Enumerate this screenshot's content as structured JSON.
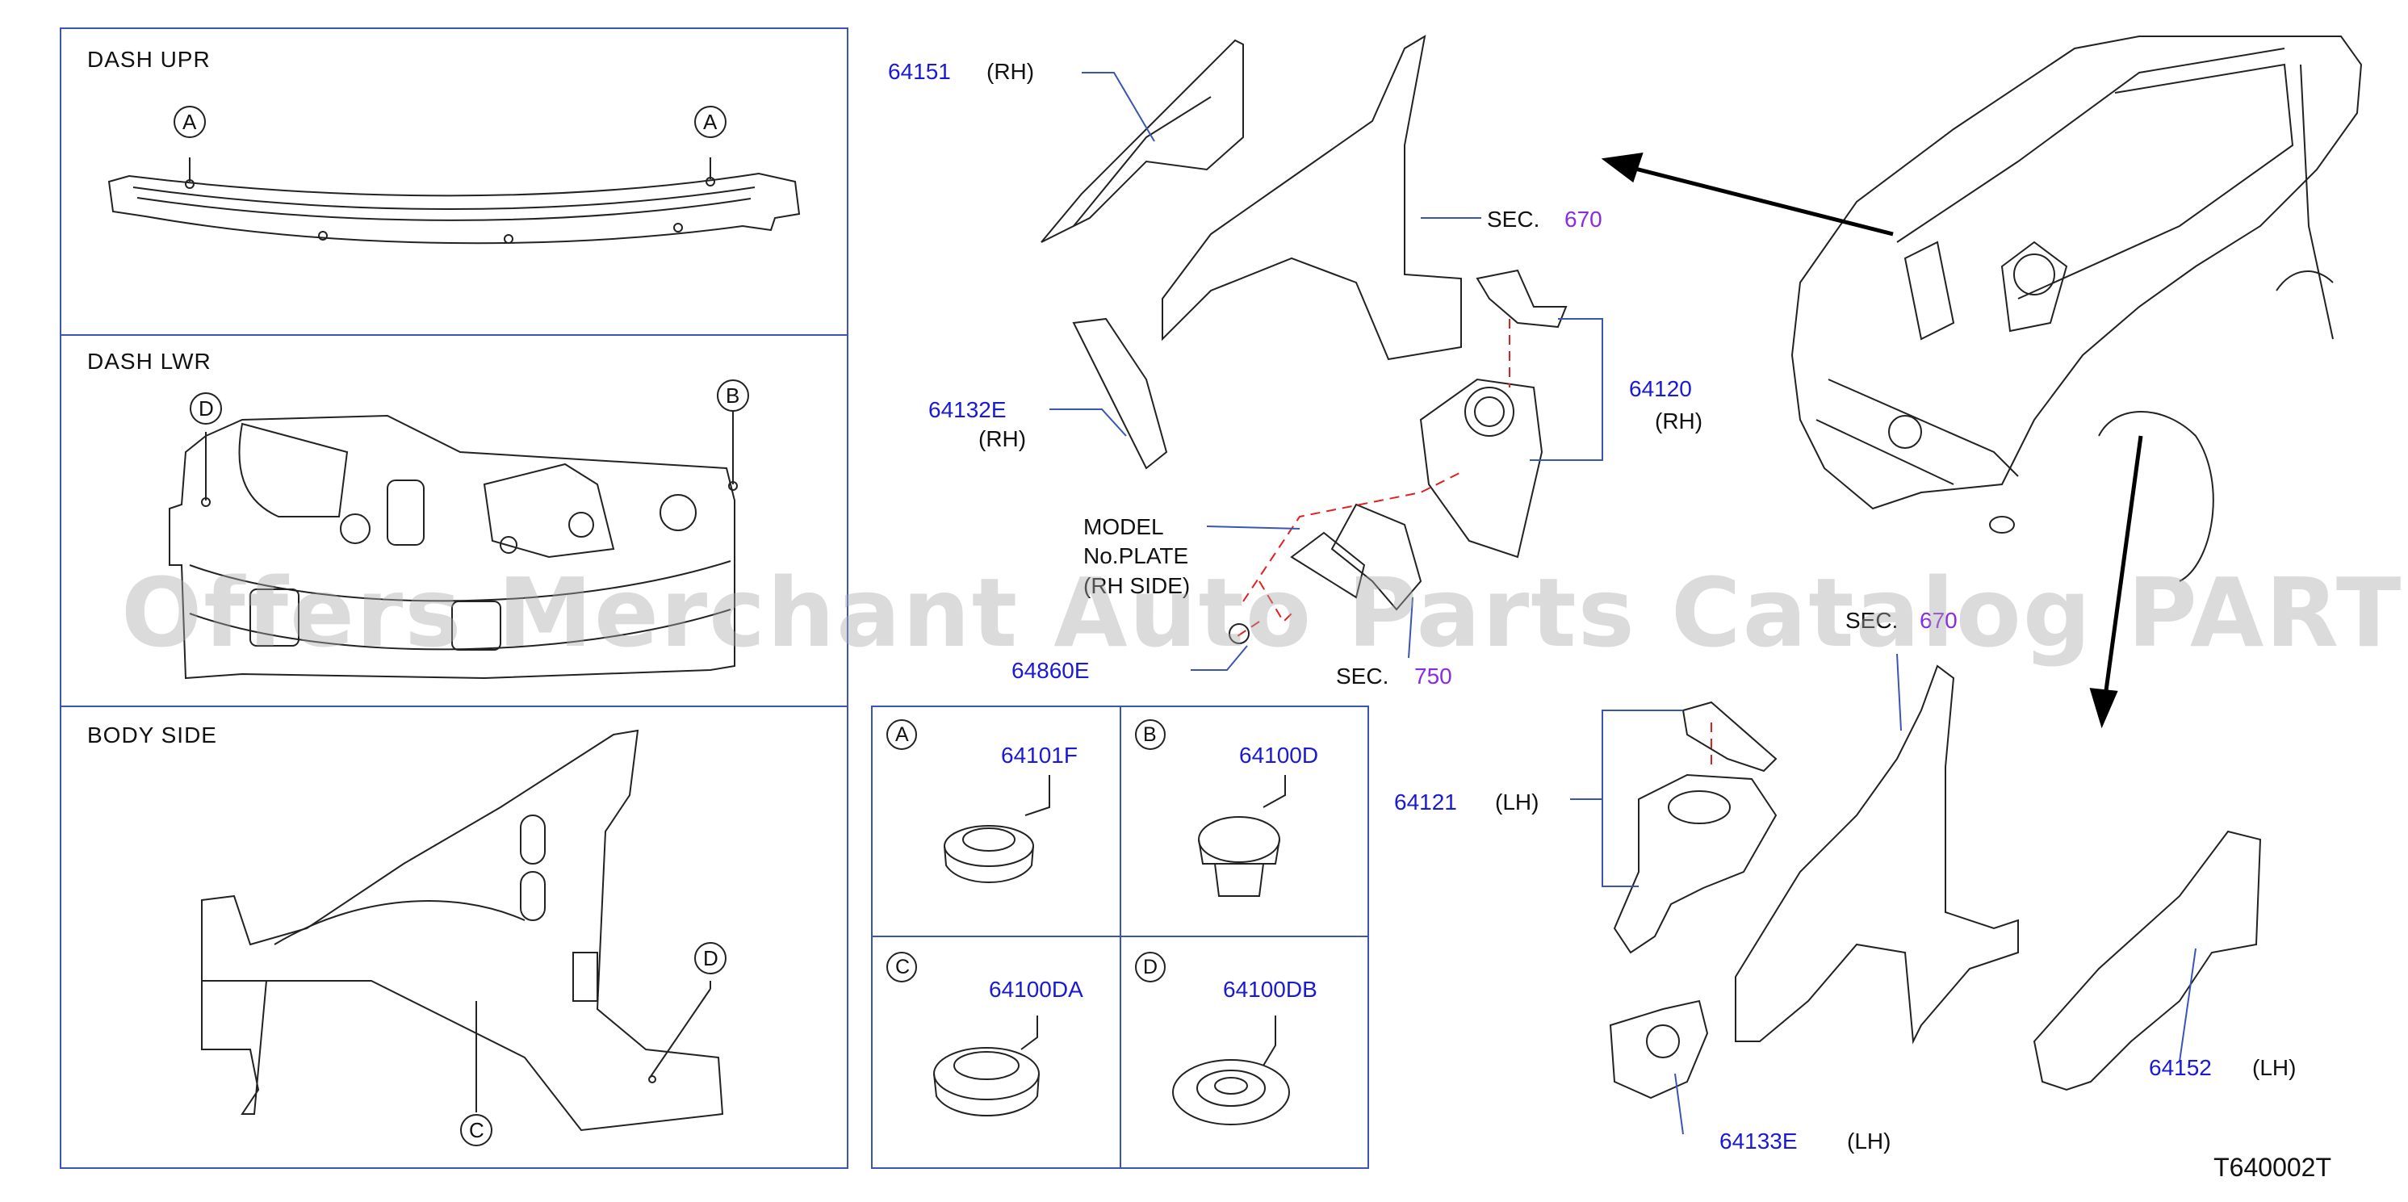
{
  "colors": {
    "frame": "#3a55b4",
    "part_number": "#1a1ad6",
    "section_ref": "#8a2be2",
    "leader_red": "#e02020",
    "line": "#222222"
  },
  "panels": {
    "dash_upr": "DASH    UPR",
    "dash_lwr": "DASH    LWR",
    "body_side": "BODY    SIDE"
  },
  "callouts": {
    "a": "A",
    "b": "B",
    "c": "C",
    "d": "D"
  },
  "clips": {
    "a_part": "64101F",
    "b_part": "64100D",
    "c_part": "64100DA",
    "d_part": "64100DB"
  },
  "parts": {
    "p64151": "64151",
    "p64151_side": "(RH)",
    "sec670_top_label": "SEC.",
    "sec670_top_num": "670",
    "p64132e": "64132E",
    "p64132e_side": "(RH)",
    "p64120": "64120",
    "p64120_side": "(RH)",
    "model_plate_1": "MODEL",
    "model_plate_2": "No.PLATE",
    "model_plate_3": "(RH    SIDE)",
    "p64860e": "64860E",
    "sec750_label": "SEC.",
    "sec750_num": "750",
    "sec670_bottom_label": "SEC.",
    "sec670_bottom_num": "670",
    "p64121": "64121",
    "p64121_side": "(LH)",
    "p64152": "64152",
    "p64152_side": "(LH)",
    "p64133e": "64133E",
    "p64133e_side": "(LH)"
  },
  "watermark": "Offers Merchant Auto Parts Catalog PARTSTORE.SA",
  "diagram_ref": "T640002T",
  "icons": [
    "dash-upper-panel-drawing",
    "dash-lower-panel-drawing",
    "body-side-drawing",
    "vehicle-front-drawing",
    "grommet-icon"
  ]
}
